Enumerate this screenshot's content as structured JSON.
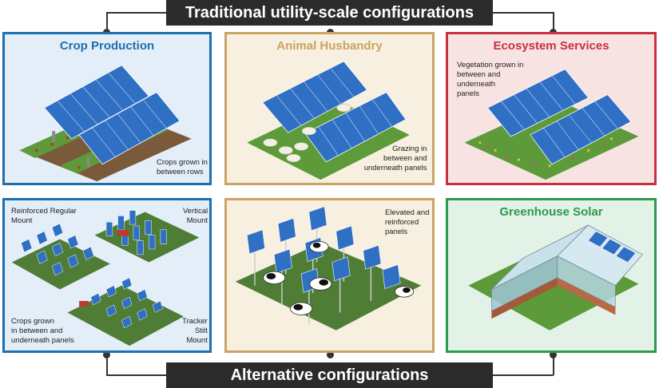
{
  "banners": {
    "top": "Traditional utility-scale configurations",
    "bottom": "Alternative configurations"
  },
  "panels": {
    "crop": {
      "title": "Crop Production",
      "caption": [
        "Crops grown in",
        "between rows"
      ],
      "color": "#1e6fb0",
      "bg": "#e3eef8"
    },
    "animal": {
      "title": "Animal Husbandry",
      "caption": [
        "Grazing in",
        "between and",
        "underneath panels"
      ],
      "color": "#c9a464",
      "bg": "#f7efdf"
    },
    "eco": {
      "title": "Ecosystem Services",
      "caption": [
        "Vegetation grown in",
        "between and",
        "underneath",
        "panels"
      ],
      "color": "#c8323f",
      "bg": "#f8e3e3"
    },
    "alt_crop": {
      "labels": {
        "regular": [
          "Reinforced Regular",
          "Mount"
        ],
        "vertical": [
          "Vertical",
          "Mount"
        ],
        "crops": [
          "Crops grown",
          "in between and",
          "underneath panels"
        ],
        "tracker": [
          "Tracker",
          "Stilt",
          "Mount"
        ]
      },
      "color": "#1e6fb0",
      "bg": "#e3eef8"
    },
    "alt_animal": {
      "caption": [
        "Elevated and",
        "reinforced",
        "panels"
      ],
      "color": "#c9a464",
      "bg": "#f7efdf"
    },
    "greenhouse": {
      "title": "Greenhouse Solar",
      "color": "#2e9a4c",
      "bg": "#e3f2e6"
    }
  },
  "colors": {
    "panel_blue": "#2f6fc4",
    "grass": "#5c9a3a",
    "soil": "#7a5a3a",
    "dark": "#2b2b2b"
  }
}
